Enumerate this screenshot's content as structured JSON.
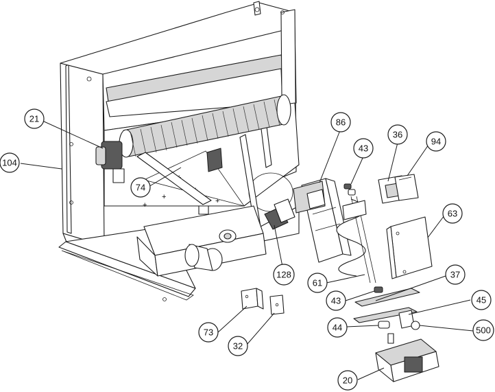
{
  "callouts": [
    {
      "id": "c104",
      "label": "104"
    },
    {
      "id": "c21",
      "label": "21"
    },
    {
      "id": "c74",
      "label": "74"
    },
    {
      "id": "c86",
      "label": "86"
    },
    {
      "id": "c43a",
      "label": "43"
    },
    {
      "id": "c36",
      "label": "36"
    },
    {
      "id": "c94",
      "label": "94"
    },
    {
      "id": "c63",
      "label": "63"
    },
    {
      "id": "c128",
      "label": "128"
    },
    {
      "id": "c61",
      "label": "61"
    },
    {
      "id": "c37",
      "label": "37"
    },
    {
      "id": "c43b",
      "label": "43"
    },
    {
      "id": "c45",
      "label": "45"
    },
    {
      "id": "c500",
      "label": "500"
    },
    {
      "id": "c44",
      "label": "44"
    },
    {
      "id": "c73",
      "label": "73"
    },
    {
      "id": "c32",
      "label": "32"
    },
    {
      "id": "c20",
      "label": "20"
    }
  ],
  "colors": {
    "line": "#1a1a1a",
    "shade": "#d6d6d6",
    "dark": "#5a5a5a",
    "background": "#ffffff"
  }
}
